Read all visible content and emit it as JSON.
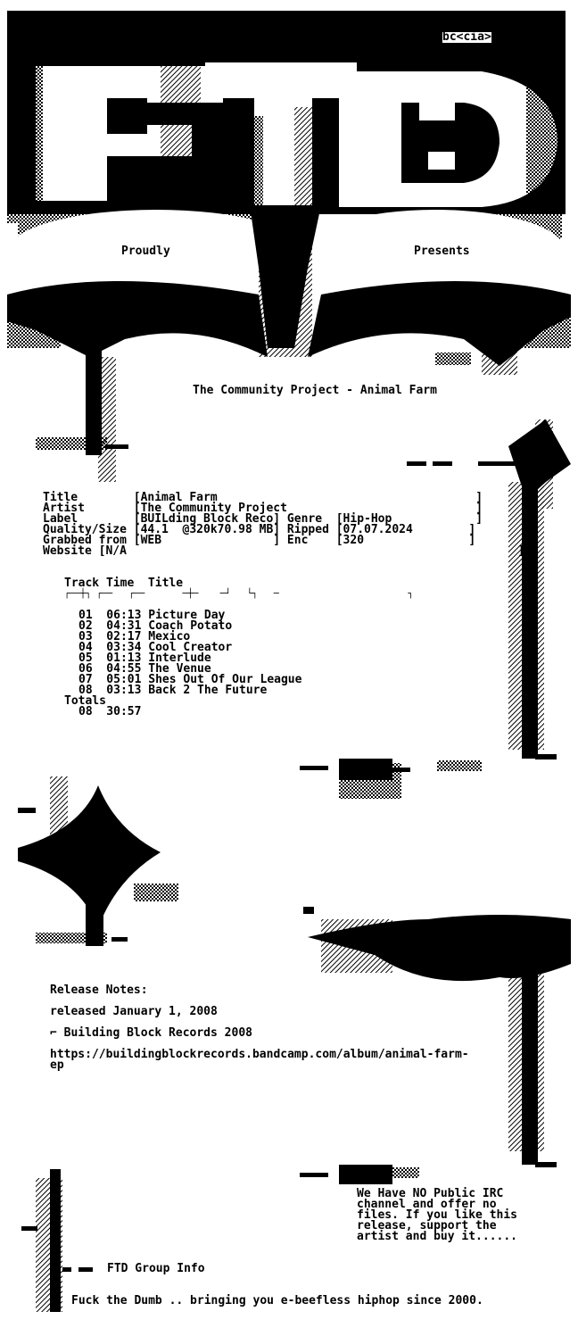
{
  "header": {
    "group_tag": "bc<cia>",
    "proudly": "Proudly",
    "presents": "Presents",
    "release_heading": "The Community Project - Animal Farm"
  },
  "info": {
    "title_line": "Title        [Animal Farm                                     ]",
    "artist_line": "Artist       [The Community Project                           ]",
    "label_line": "Label        [BUILding Block Reco] Genre  [Hip-Hop            ]",
    "quality_line": "Quality/Size [44.1  @320k70.98 MB] Ripped [07.07.2024        ]",
    "grabbed_line": "Grabbed from [WEB                ] Enc    [320               ]",
    "website_line": "Website [N/A                                                        ]"
  },
  "tracklist": {
    "header": "Track Time  Title",
    "rule": "┌──┼┐ ┌──   ┌──       ─┼─    ─┘   └┐   ─                        ┐",
    "tracks": [
      {
        "line": "01  06:13 Picture Day"
      },
      {
        "line": "02  04:31 Coach Potato"
      },
      {
        "line": "03  02:17 Mexico"
      },
      {
        "line": "04  03:34 Cool Creator"
      },
      {
        "line": "05  01:13 Interlude"
      },
      {
        "line": "06  04:55 The Venue"
      },
      {
        "line": "07  05:01 Shes Out Of Our League"
      },
      {
        "line": "08  03:13 Back 2 The Future"
      }
    ],
    "totals_label": "Totals",
    "totals_line": "08  30:57"
  },
  "notes": {
    "heading": "Release Notes:",
    "released": "released January 1, 2008",
    "copyright": "⌐ Building Block Records 2008",
    "url_line1": "https://buildingblockrecords.bandcamp.com/album/animal-farm-",
    "url_line2": "ep"
  },
  "footer": {
    "irc_lines": [
      "We Have NO Public IRC",
      "channel and offer no",
      "files. If you like this",
      "release, support the",
      "artist and buy it......"
    ],
    "group_info": "FTD Group Info",
    "tagline": "Fuck the Dumb .. bringing you e-beefless hiphop since 2000."
  }
}
